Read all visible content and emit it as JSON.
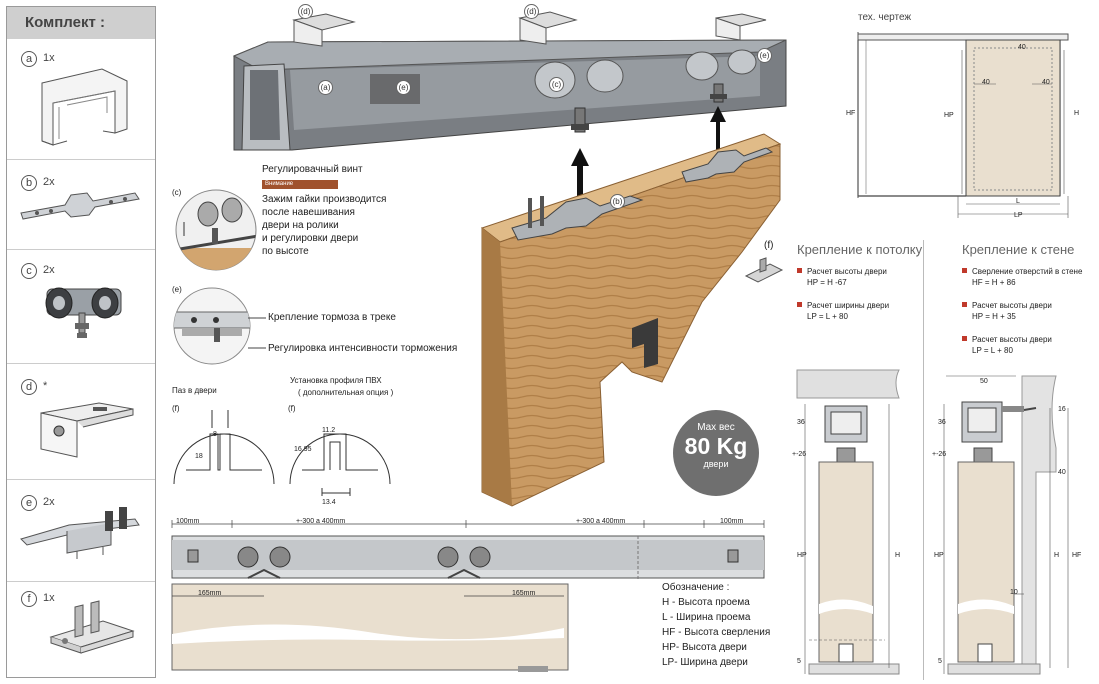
{
  "kit": {
    "title": "Комплект :",
    "items": [
      {
        "letter": "a",
        "qty": "1x"
      },
      {
        "letter": "b",
        "qty": "2x"
      },
      {
        "letter": "c",
        "qty": "2x"
      },
      {
        "letter": "d",
        "qty": "*"
      },
      {
        "letter": "e",
        "qty": "2x"
      },
      {
        "letter": "f",
        "qty": "1x"
      }
    ]
  },
  "main": {
    "tags": {
      "a": "(a)",
      "b": "(b)",
      "c": "(c)",
      "d": "(d)",
      "e": "(e)",
      "f": "(f)"
    },
    "adjust_screw": "Регулировачный винт",
    "attention": "Внимание",
    "note_lines": [
      "Зажим гайки производится",
      "после навешивания",
      "двери на ролики",
      "и регулировки двери",
      "по высоте"
    ],
    "brake_mount": "Крепление тормоза в треке",
    "brake_adjust": "Регулировка интенсивности торможения",
    "groove_title": "Паз в двери",
    "pvc_title": "Установка профиля ПВХ",
    "pvc_subtitle": "( дополнительная опция )",
    "groove_dims": {
      "w": "8",
      "h": "18"
    },
    "pvc_dims": {
      "w": "11.2",
      "h": "16.95",
      "b": "13.4"
    },
    "max_weight_label": "Max вес",
    "max_weight_value": "80 Kg",
    "max_weight_unit": "двери"
  },
  "track": {
    "dim_100_left": "100mm",
    "dim_mid_left": "+-300 a 400mm",
    "dim_mid_right": "+-300 a 400mm",
    "dim_100_right": "100mm",
    "dim_165_left": "165mm",
    "dim_165_right": "165mm"
  },
  "legend": {
    "title": "Обозначение :",
    "items": [
      "H - Высота проема",
      "L - Ширина проема",
      "HF - Высота сверления",
      "HP- Высота двери",
      "LP- Ширина двери"
    ]
  },
  "tech": {
    "title": "тех. чертеж",
    "HF": "HF",
    "HP": "HP",
    "H": "H",
    "L": "L",
    "LP": "LP",
    "d40_top": "40",
    "d40_left": "40",
    "d40_right": "40"
  },
  "ceiling": {
    "title": "Крепление к потолку",
    "bullets": [
      [
        "Расчет высоты двери",
        "HP = H -67"
      ],
      [
        "Расчет ширины двери",
        "LP = L + 80"
      ]
    ],
    "d36": "36",
    "d26": "+-26",
    "HP": "HP",
    "H": "H",
    "d5": "5"
  },
  "wall": {
    "title": "Крепление к стене",
    "bullets": [
      [
        "Сверление отверстий в стене",
        "HF = H + 86"
      ],
      [
        "Расчет высоты двери",
        "HP = H + 35"
      ],
      [
        "Расчет высоты двери",
        "LP = L + 80"
      ]
    ],
    "d50": "50",
    "d36": "36",
    "d26": "+-26",
    "d16": "16",
    "d40": "40",
    "HP": "HP",
    "H": "H",
    "HF": "HF",
    "d10": "10",
    "d5": "5"
  },
  "colors": {
    "wood": "#c99a63",
    "wood_dark": "#a97a45",
    "panel": "#e9dfcf",
    "metal": "#8d9196",
    "accent": "#c0392b",
    "badge": "#6f6f6f"
  }
}
